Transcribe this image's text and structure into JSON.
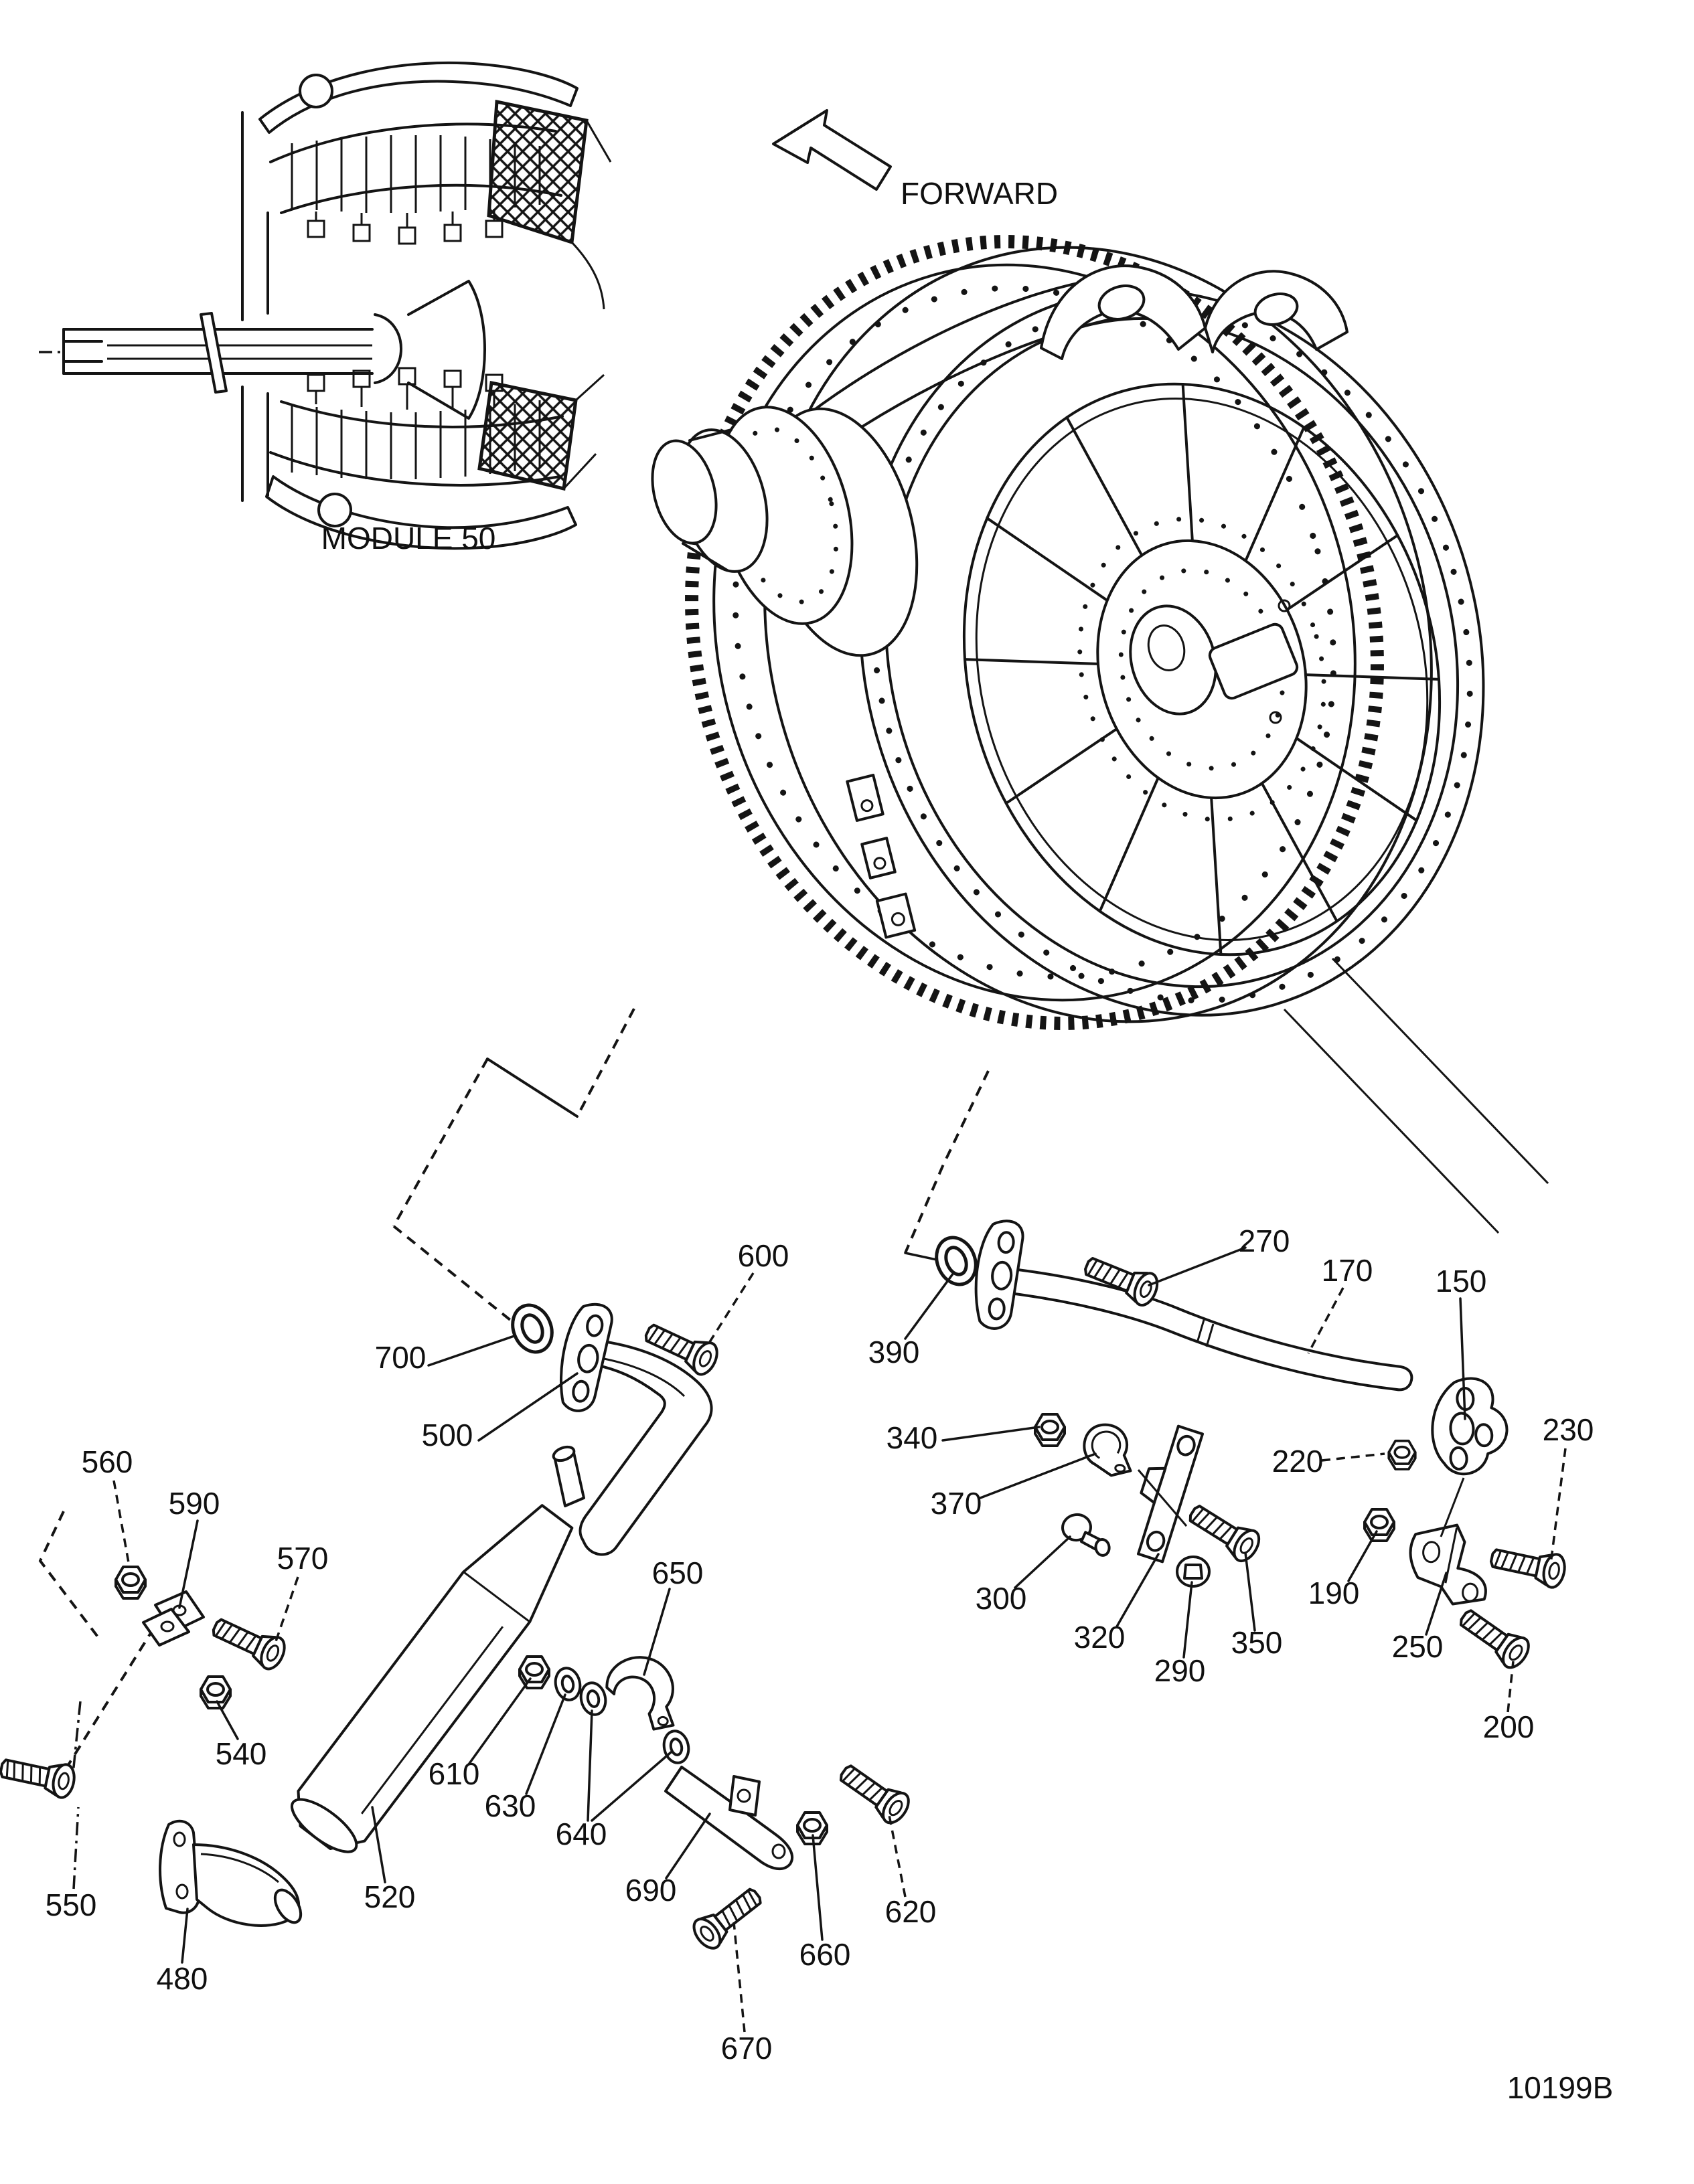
{
  "figure": {
    "direction_label": "FORWARD",
    "inset_caption": "MODULE 50",
    "drawing_number": "10199B"
  },
  "callouts": {
    "150": "150",
    "170": "170",
    "190": "190",
    "200": "200",
    "220": "220",
    "230": "230",
    "250": "250",
    "270": "270",
    "290": "290",
    "300": "300",
    "320": "320",
    "340": "340",
    "350": "350",
    "370": "370",
    "390": "390",
    "480": "480",
    "500": "500",
    "520": "520",
    "540": "540",
    "550": "550",
    "560": "560",
    "570": "570",
    "590": "590",
    "600": "600",
    "610": "610",
    "620": "620",
    "630": "630",
    "640": "640",
    "650": "650",
    "660": "660",
    "670": "670",
    "690": "690",
    "700": "700"
  }
}
